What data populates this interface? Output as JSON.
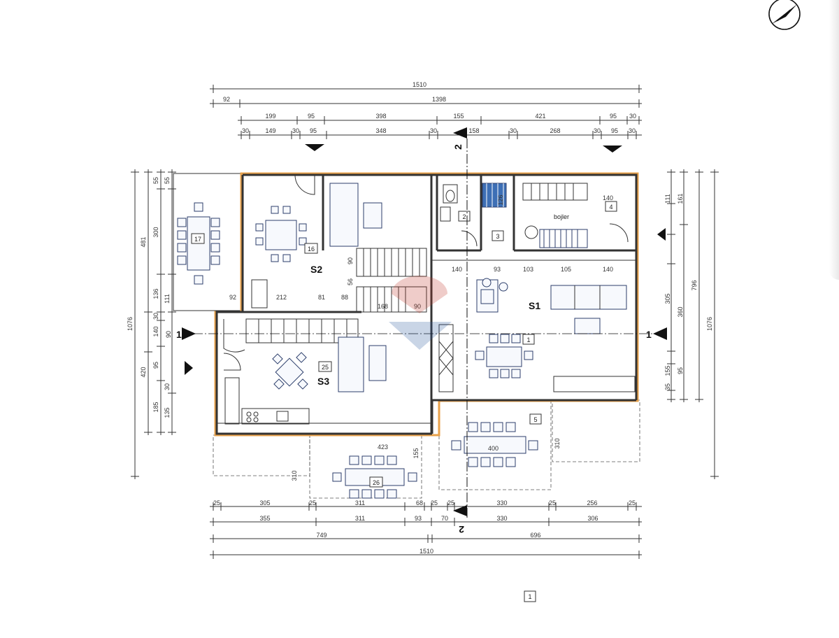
{
  "north_arrow": "north-arrow-icon",
  "dims_top": {
    "row1": [
      "1510"
    ],
    "row2": [
      "92",
      "1398"
    ],
    "row3": [
      "199",
      "95",
      "398",
      "155",
      "421",
      "95",
      "30"
    ],
    "row4": [
      "30",
      "149",
      "30",
      "95",
      "348",
      "30",
      "158",
      "30",
      "268",
      "30",
      "95",
      "30"
    ]
  },
  "dims_bottom": {
    "row1": [
      "25",
      "305",
      "25",
      "311",
      "68",
      "25",
      "25",
      "330",
      "25",
      "256",
      "25"
    ],
    "row2": [
      "355",
      "311",
      "93",
      "70",
      "330",
      "306"
    ],
    "row3": [
      "749",
      "696"
    ],
    "row4": [
      "1510"
    ]
  },
  "dims_left": {
    "outer": [
      "1076"
    ],
    "mid": [
      "481",
      "140",
      "420"
    ],
    "inner": [
      "55",
      "300",
      "136",
      "30",
      "90",
      "95",
      "185"
    ],
    "innermost": [
      "55",
      "111",
      "30",
      "135"
    ]
  },
  "dims_right": {
    "outer": [
      "1076"
    ],
    "mid": [
      "796"
    ],
    "inner": [
      "111",
      "161",
      "305",
      "360",
      "155",
      "95",
      "35"
    ]
  },
  "interior_dims": [
    "92",
    "212",
    "81",
    "88",
    "168",
    "90",
    "90",
    "56",
    "140",
    "103",
    "105",
    "140",
    "93",
    "400",
    "310",
    "423",
    "155",
    "310",
    "140",
    "126"
  ],
  "rooms": {
    "s1": "S1",
    "s2": "S2",
    "s3": "S3"
  },
  "room_tags": [
    "1",
    "2",
    "3",
    "4",
    "5",
    "16",
    "17",
    "25",
    "26"
  ],
  "boiler_label": "bojler",
  "section_marks": [
    "1",
    "1",
    "2",
    "2"
  ],
  "page_number": "1",
  "colors": {
    "outline": "#e8a14a",
    "furniture": "#2c3e6b",
    "stair_fill": "#3d6fb5"
  }
}
